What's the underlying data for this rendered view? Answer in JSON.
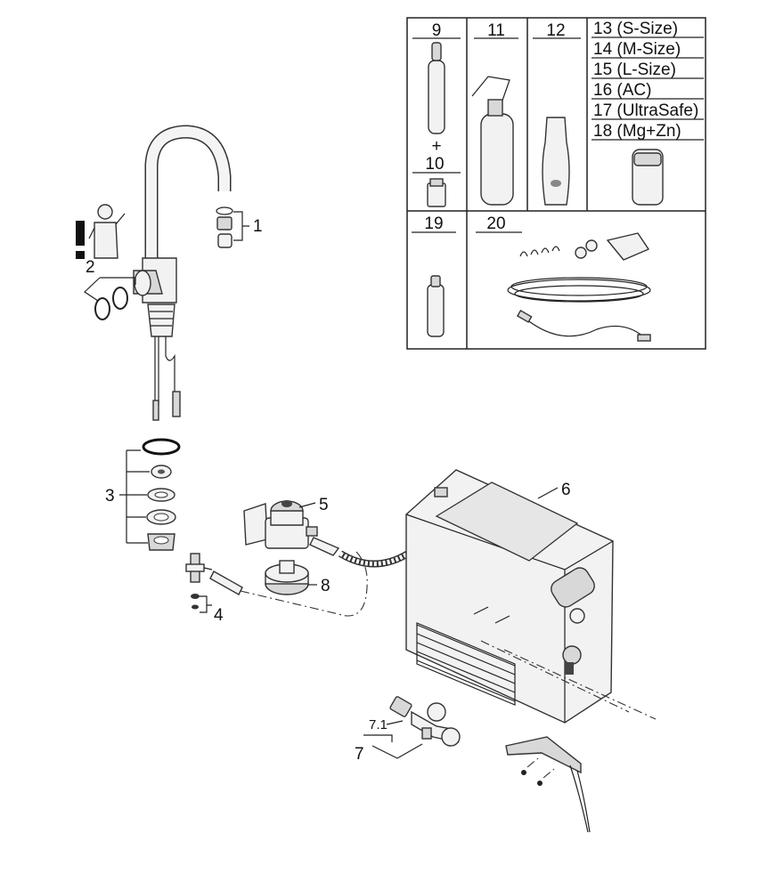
{
  "callouts": {
    "c1": "1",
    "c2": "2",
    "c3": "3",
    "c4": "4",
    "c5": "5",
    "c6": "6",
    "c7": "7",
    "c71": "7.1",
    "c8": "8"
  },
  "parts_table": {
    "row1": {
      "c9": "9",
      "plus": "+",
      "c10": "10",
      "c11": "11",
      "c12": "12",
      "sizes": [
        "13 (S-Size)",
        "14 (M-Size)",
        "15 (L-Size)",
        "16 (AC)",
        "17 (UltraSafe)",
        "18 (Mg+Zn)"
      ]
    },
    "row2": {
      "c19": "19",
      "c20": "20"
    }
  },
  "icons": [
    "warning-exclamation-icon",
    "installer-figure-icon"
  ],
  "colors": {
    "line": "#222222",
    "part_fill": "#f2f2f2",
    "shade": "#d8d8d8"
  }
}
